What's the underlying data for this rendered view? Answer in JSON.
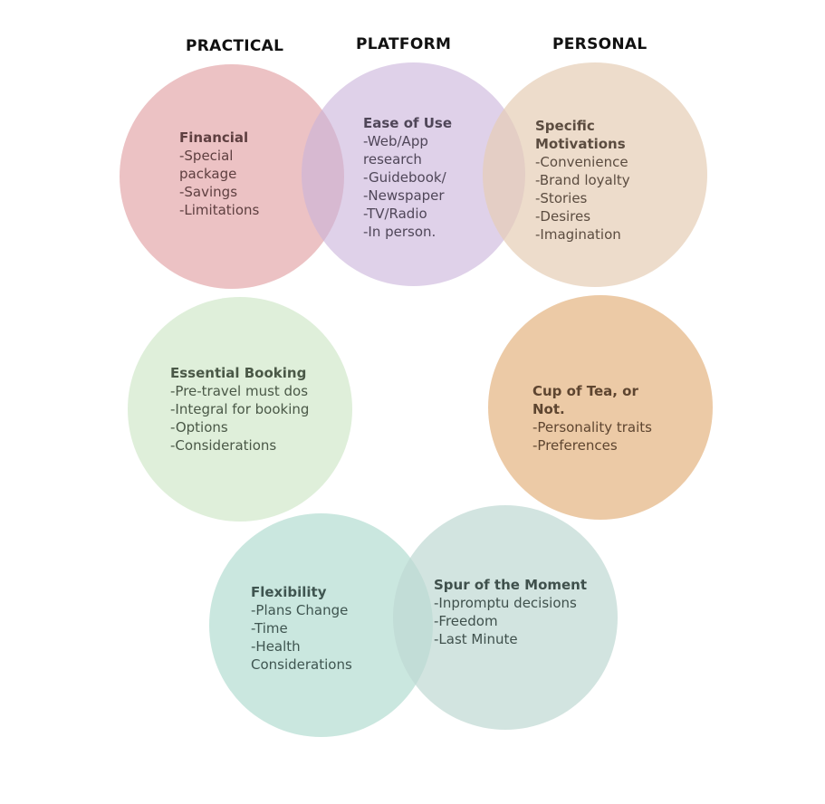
{
  "headers": {
    "practical": "PRACTICAL",
    "platform": "PLATFORM",
    "personal": "PERSONAL"
  },
  "circles": {
    "financial": {
      "title": "Financial",
      "items": [
        "-Special",
        "package",
        "-Savings",
        "-Limitations"
      ],
      "color": "#e6aeb0"
    },
    "ease_of_use": {
      "title": "Ease of Use",
      "items": [
        "-Web/App",
        "research",
        "-Guidebook/",
        "-Newspaper",
        "-TV/Radio",
        "-In person."
      ],
      "color": "#c9b2da"
    },
    "specific_motivations": {
      "title": "Specific Motivations",
      "items": [
        "-Convenience",
        "-Brand loyalty",
        "-Stories",
        "-Desires",
        "-Imagination"
      ],
      "color": "#e6cdb5"
    },
    "essential_booking": {
      "title": "Essential Booking",
      "items": [
        "-Pre-travel must dos",
        "-Integral for booking",
        "-Options",
        "-Considerations"
      ],
      "color": "#d7ebd1"
    },
    "cup_of_tea": {
      "title": "Cup of Tea, or Not.",
      "items": [
        "-Personality traits",
        "-Preferences"
      ],
      "color": "#e6b888"
    },
    "flexibility": {
      "title": "Flexibility",
      "items": [
        "-Plans Change",
        "-Time",
        "-Health",
        "Considerations"
      ],
      "color": "#b8dfd4"
    },
    "spur_of_the_moment": {
      "title": "Spur of the Moment",
      "items": [
        "-Inpromptu decisions",
        "-Freedom",
        "-Last Minute"
      ],
      "color": "#bfd9d3"
    }
  }
}
